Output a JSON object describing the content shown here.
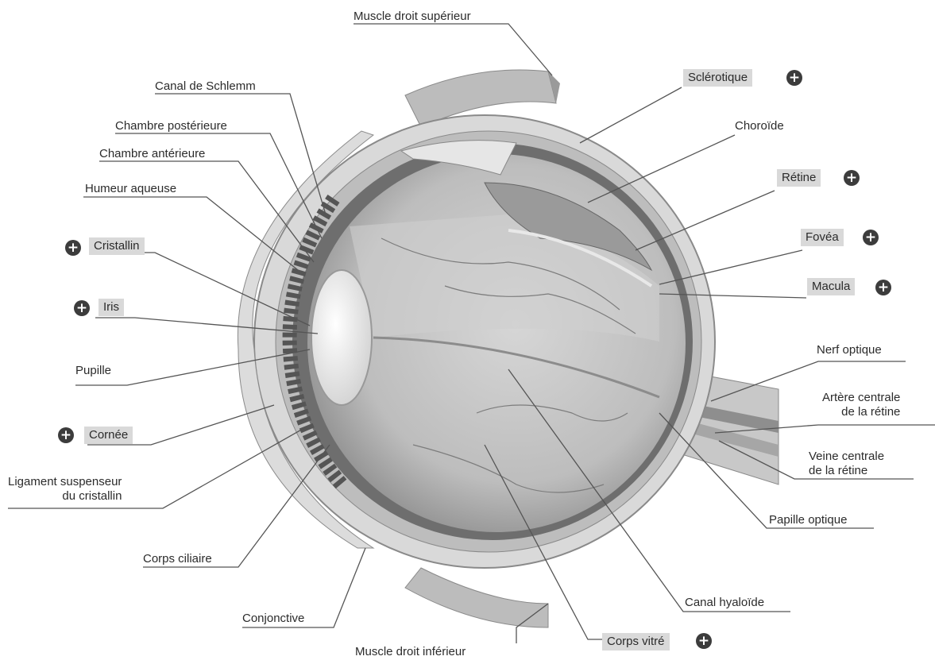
{
  "labels": {
    "muscle_droit_superieur": "Muscle droit supérieur",
    "sclerotique": "Sclérotique",
    "choroide": "Choroïde",
    "retine": "Rétine",
    "fovea": "Fovéa",
    "macula": "Macula",
    "nerf_optique": "Nerf optique",
    "artere_centrale": "Artère centrale\nde la rétine",
    "veine_centrale": "Veine centrale\nde la rétine",
    "papille_optique": "Papille optique",
    "canal_hyaloide": "Canal hyaloïde",
    "corps_vitre": "Corps vitré",
    "muscle_droit_inferieur": "Muscle droit inférieur",
    "conjonctive": "Conjonctive",
    "corps_ciliaire": "Corps ciliaire",
    "ligament_suspenseur": "Ligament suspenseur\ndu cristallin",
    "cornee": "Cornée",
    "pupille": "Pupille",
    "iris": "Iris",
    "cristallin": "Cristallin",
    "humeur_aqueuse": "Humeur aqueuse",
    "chambre_anterieure": "Chambre antérieure",
    "chambre_posterieure": "Chambre postérieure",
    "canal_de_schlemm": "Canal de Schlemm"
  },
  "expand_icon_glyph": "+",
  "colors": {
    "label_highlight": "#d9d9d9",
    "leader_line": "#555555",
    "plus_icon": "#3c3c3c"
  }
}
